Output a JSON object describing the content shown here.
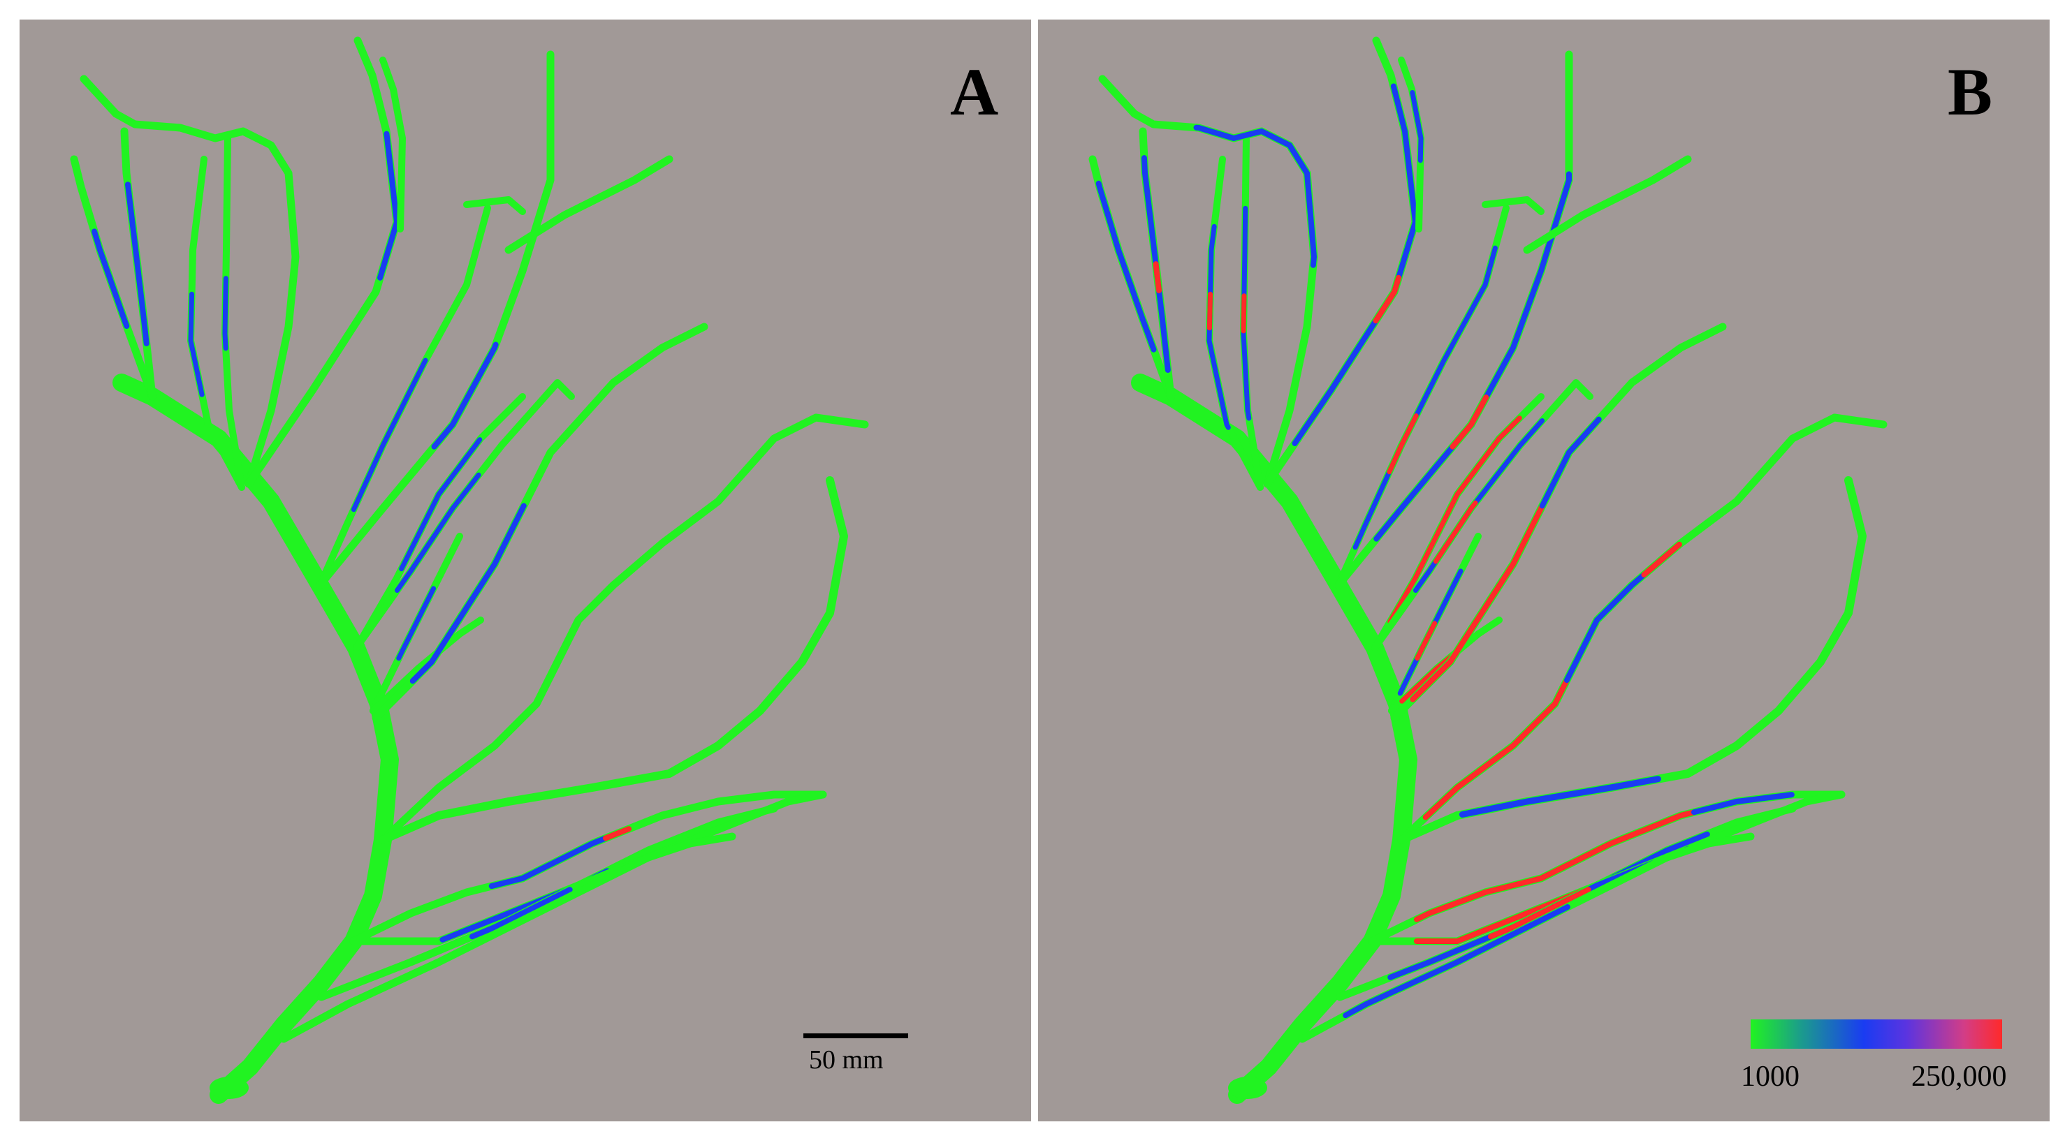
{
  "panels": [
    {
      "label": "A",
      "scalebar_label": "50 mm"
    },
    {
      "label": "B",
      "colorbar": {
        "min_label": "1000",
        "max_label": "250,000",
        "colors": [
          "#21f321",
          "#1a3cf2",
          "#ff2a2a"
        ]
      }
    }
  ],
  "colors": {
    "background": "#a19997",
    "low": "#21f321",
    "mid": "#1a3cf2",
    "high": "#ff2a2a"
  }
}
